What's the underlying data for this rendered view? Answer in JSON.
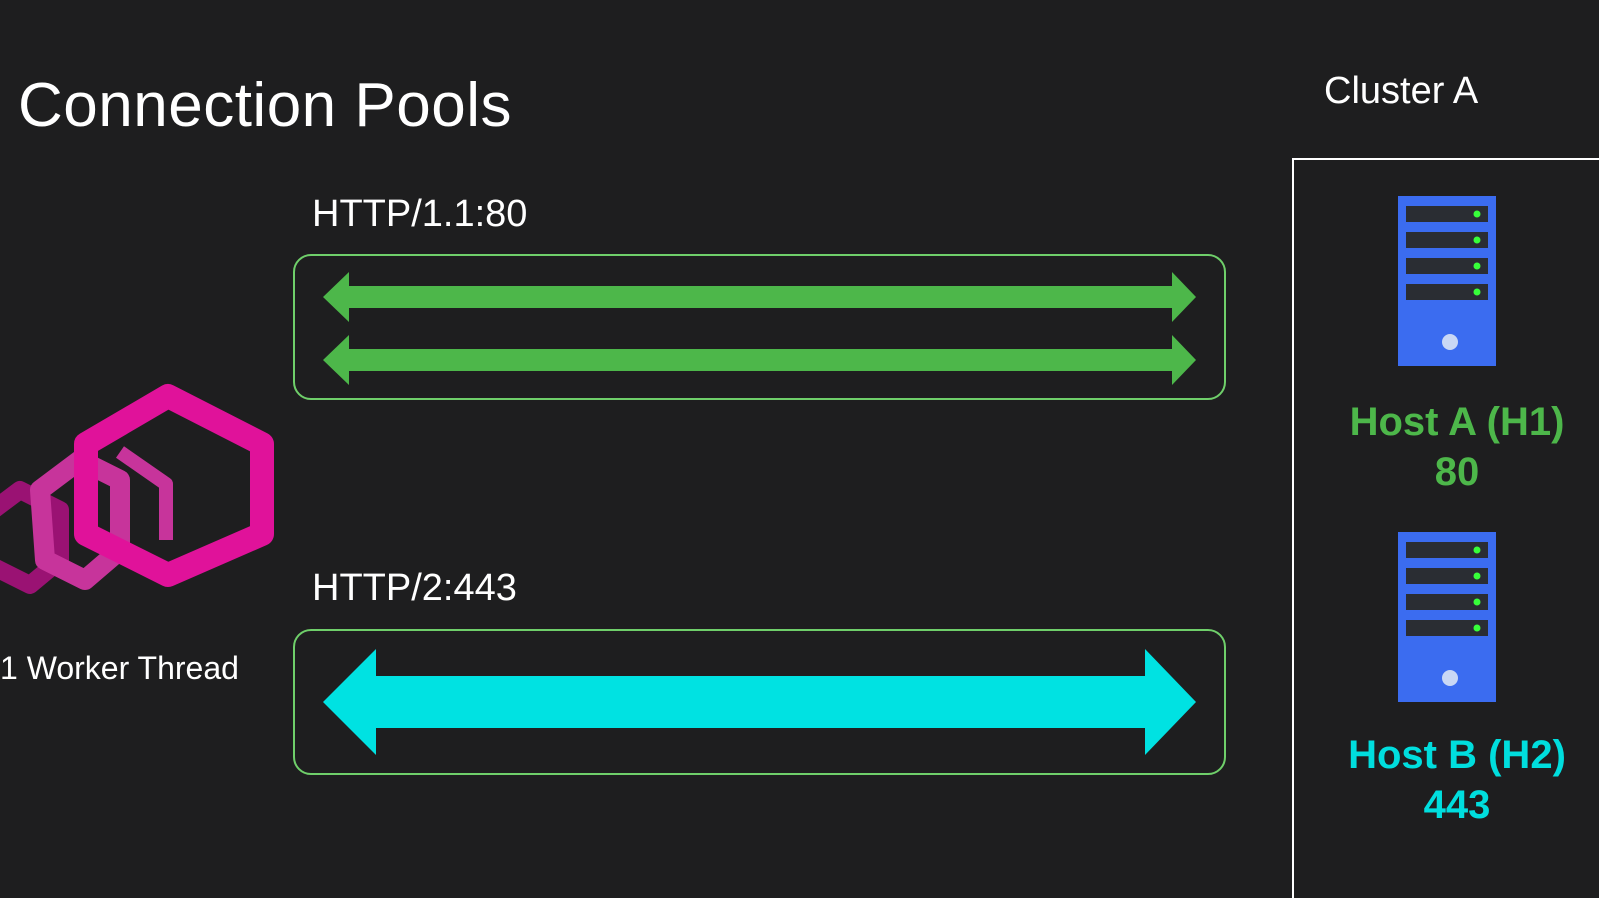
{
  "title": "Connection Pools",
  "cluster": {
    "title": "Cluster A",
    "hosts": [
      {
        "name": "Host A (H1)",
        "port": "80",
        "color": "#4db74a"
      },
      {
        "name": "Host B (H2)",
        "port": "443",
        "color": "#00dede"
      }
    ]
  },
  "pools": [
    {
      "label": "HTTP/1.1:80",
      "connections": 2,
      "color": "#4db74a"
    },
    {
      "label": "HTTP/2:443",
      "connections": 1,
      "color": "#00e2e2"
    }
  ],
  "worker": {
    "label": "1 Worker Thread",
    "logo_color": "#e0129a"
  },
  "colors": {
    "background": "#1e1e1f",
    "box_border": "#6fcf6a",
    "server_body": "#3b6cf0"
  },
  "icons": [
    "envoy-logo-icon",
    "server-icon"
  ]
}
